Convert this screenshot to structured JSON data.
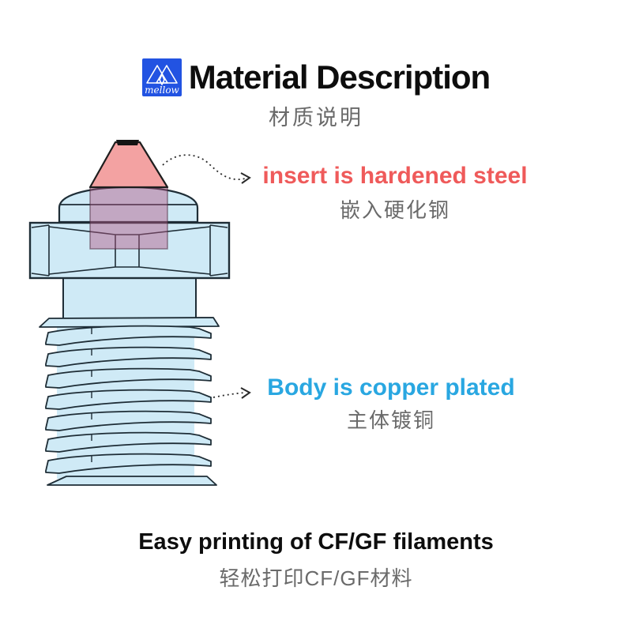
{
  "header": {
    "title": "Material Description",
    "subtitle_cn": "材质说明",
    "logo_text": "mellow"
  },
  "annotations": {
    "insert": {
      "text_en": "insert is hardened steel",
      "text_cn": "嵌入硬化钢",
      "color": "#ef5a5a"
    },
    "body": {
      "text_en": "Body is copper plated",
      "text_cn": "主体镀铜",
      "color": "#29a7e1"
    }
  },
  "footer": {
    "text_en": "Easy printing of CF/GF filaments",
    "text_cn": "轻松打印CF/GF材料"
  },
  "colors": {
    "logo_blue": "#2253e2",
    "nozzle_body_fill": "#cfeaf6",
    "nozzle_outline": "#1e2d36",
    "insert_cone_pink": "#f3a2a2",
    "insert_overlay": "#b25683",
    "text_black": "#0d0d0d",
    "text_gray": "#6a6a6a"
  }
}
